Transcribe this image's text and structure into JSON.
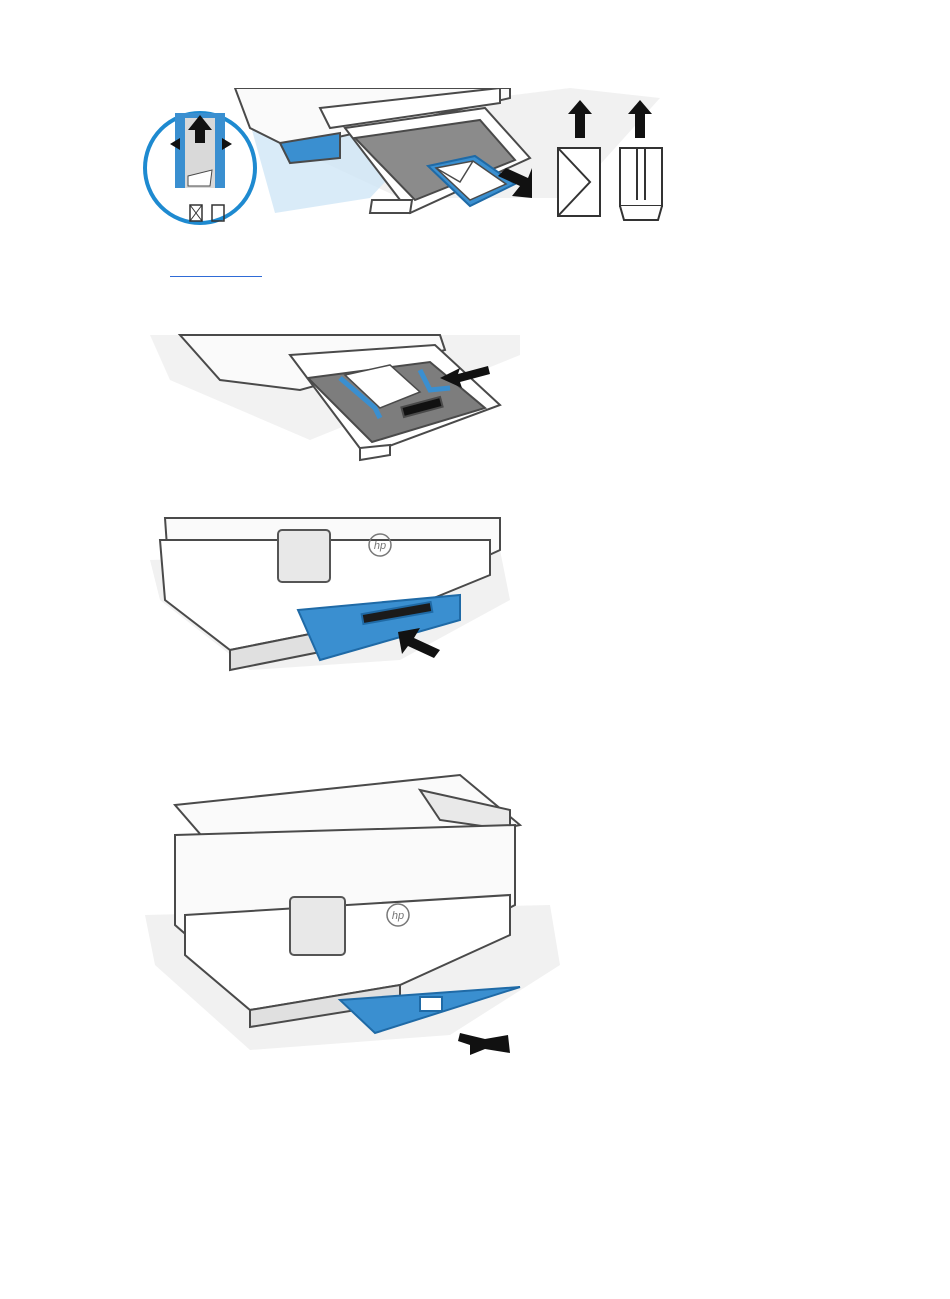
{
  "page": {
    "figures": [
      {
        "id": "fig1",
        "icons": [
          "envelope-landscape-icon",
          "envelope-portrait-icon",
          "feed-direction-arrow-icon"
        ]
      },
      {
        "id": "fig2",
        "icons": [
          "push-arrow-icon"
        ]
      },
      {
        "id": "fig3",
        "icons": [
          "push-arrow-icon"
        ]
      },
      {
        "id": "fig4",
        "icons": [
          "pull-arrow-icon"
        ]
      }
    ],
    "colors": {
      "accent": "#3a8fd0",
      "outline": "#4a4a4a",
      "shadow": "#eeeeee",
      "link": "#2f6bd6"
    },
    "brand_logo": "hp"
  }
}
